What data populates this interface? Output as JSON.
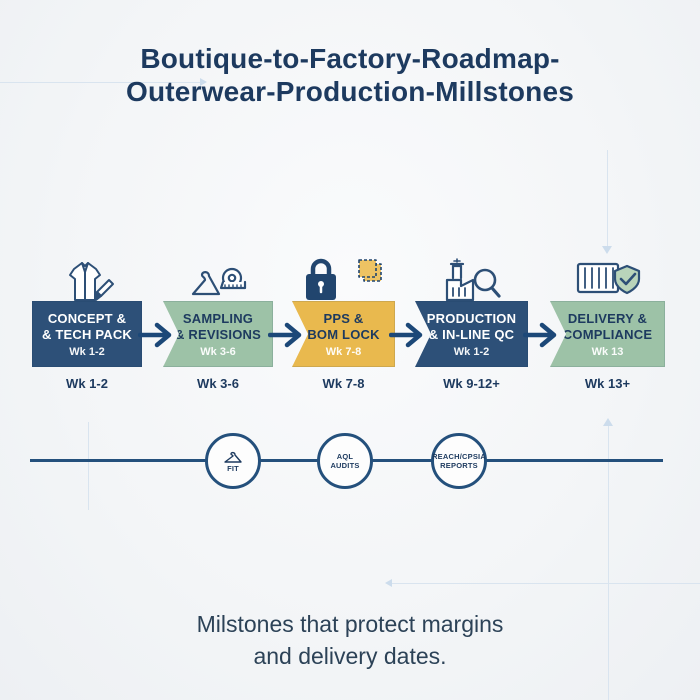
{
  "title": {
    "line1": "Boutique-to-Factory-Roadmap-",
    "line2": "Outerwear-Production-Millstones"
  },
  "stages": [
    {
      "label_line1": "CONCEPT &",
      "label_line2": "& TECH PACK",
      "week_inside": "Wk 1-2",
      "week_below": "Wk 1-2",
      "color": "#2d5078",
      "icon": "jacket-pencil-icon"
    },
    {
      "label_line1": "SAMPLING",
      "label_line2": "& REVISIONS",
      "week_inside": "Wk 3-6",
      "week_below": "Wk 3-6",
      "color": "#9dc2a7",
      "icon": "hanger-tape-icon"
    },
    {
      "label_line1": "PPS &",
      "label_line2": "BOM LOCK",
      "week_inside": "Wk 7-8",
      "week_below": "Wk 7-8",
      "color": "#e9b94e",
      "icon": "lock-swatch-icon"
    },
    {
      "label_line1": "PRODUCTION",
      "label_line2": "& IN-LINE QC",
      "week_inside": "Wk 1-2",
      "week_below": "Wk 9-12+",
      "color": "#2d5078",
      "icon": "factory-magnifier-icon"
    },
    {
      "label_line1": "DELIVERY &",
      "label_line2": "COMPLIANCE",
      "week_inside": "Wk 13",
      "week_below": "Wk 13+",
      "color": "#9dc2a7",
      "icon": "container-shield-icon"
    }
  ],
  "milestones": [
    {
      "line1": "FIT",
      "line2": "",
      "icon": "hanger-icon"
    },
    {
      "line1": "AQL",
      "line2": "AUDITS",
      "icon": ""
    },
    {
      "line1": "REACH/CPSIA",
      "line2": "REPORTS",
      "icon": ""
    }
  ],
  "caption": {
    "line1": "Milstones that protect margins",
    "line2": "and delivery dates."
  },
  "palette": {
    "navy_box": "#2d5078",
    "green_box": "#9dc2a7",
    "yellow_box": "#e9b94e",
    "text_navy": "#1d3a5f",
    "timeline_navy": "#24507c",
    "faint_guide": "#d9e4ef",
    "swatch_yellow": "#eec363",
    "shield_green": "#b9d4ba",
    "background": "#f3f5f7"
  }
}
